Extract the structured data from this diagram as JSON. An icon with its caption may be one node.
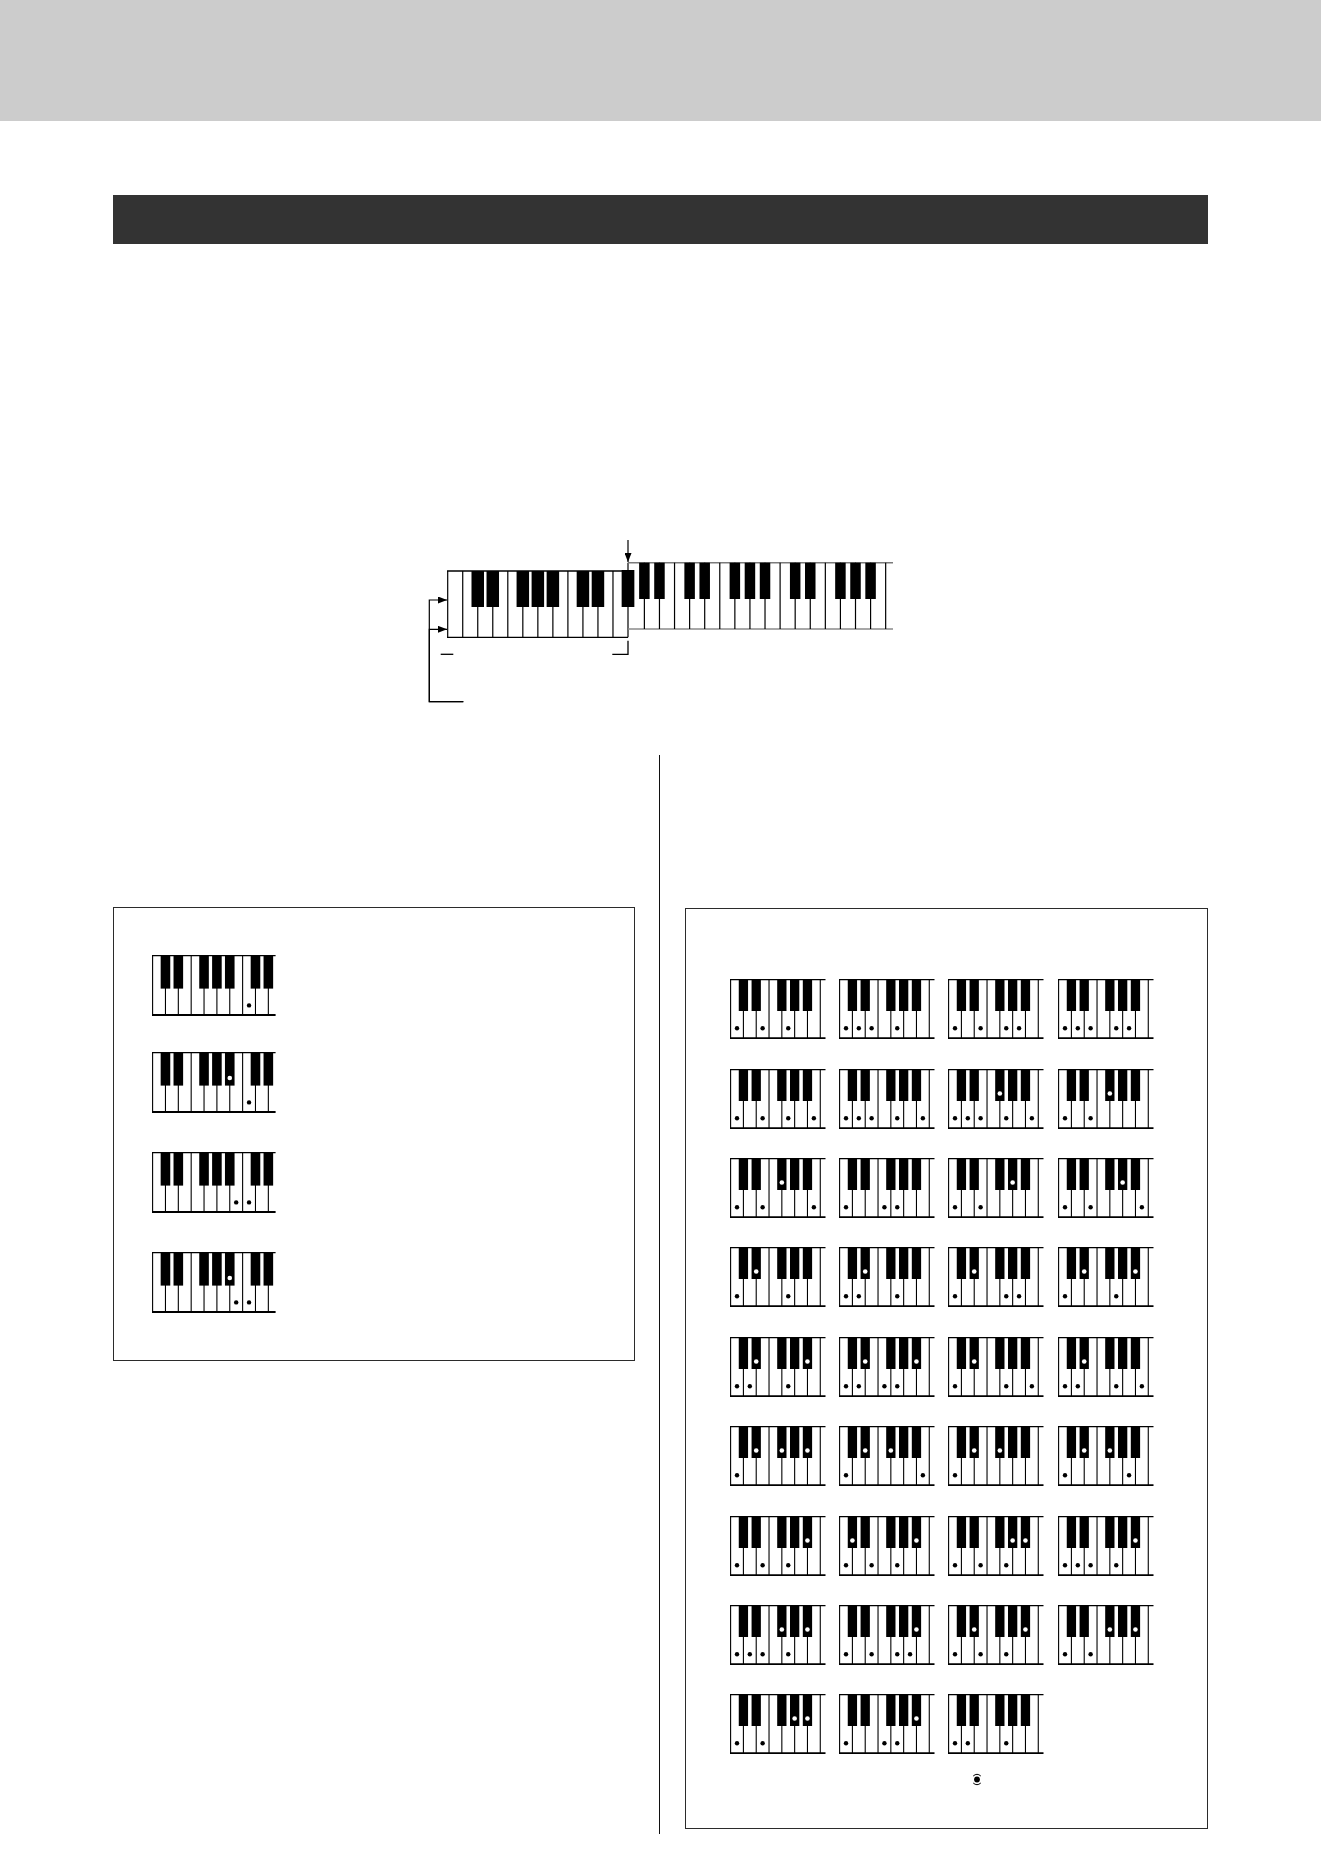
{
  "diagram": {
    "nodes": [
      {
        "text": [],
        "shape": "bar"
      },
      {
        "text": [],
        "shape": "picture"
      },
      {
        "text": [],
        "shape": "box"
      },
      {
        "text": [],
        "shape": "picture",
        "in": 2
      },
      {
        "text": [],
        "shape": "picture",
        "in": 2
      },
      {
        "text": [],
        "shape": "picture",
        "in": 2
      },
      {
        "text": [],
        "shape": "picture",
        "in": 2
      },
      {
        "text": [],
        "shape": "box"
      },
      {
        "text": [],
        "shape": "picture",
        "in": 7
      },
      {
        "text": [],
        "shape": "picture",
        "in": 7
      },
      {
        "text": [],
        "shape": "picture",
        "in": 7
      },
      {
        "text": [],
        "shape": "picture",
        "in": 7
      },
      {
        "text": [],
        "shape": "picture",
        "in": 7
      },
      {
        "text": [],
        "shape": "picture",
        "in": 7
      },
      {
        "text": [],
        "shape": "picture",
        "in": 7
      },
      {
        "text": [],
        "shape": "picture",
        "in": 7
      },
      {
        "text": [],
        "shape": "picture",
        "in": 7
      },
      {
        "text": [],
        "shape": "picture",
        "in": 7
      },
      {
        "text": [],
        "shape": "picture",
        "in": 7
      },
      {
        "text": [],
        "shape": "picture",
        "in": 7
      },
      {
        "text": [],
        "shape": "picture",
        "in": 7
      },
      {
        "text": [],
        "shape": "picture",
        "in": 7
      },
      {
        "text": [],
        "shape": "picture",
        "in": 7
      },
      {
        "text": [],
        "shape": "picture",
        "in": 7
      },
      {
        "text": [],
        "shape": "picture",
        "in": 7
      },
      {
        "text": [],
        "shape": "picture",
        "in": 7
      },
      {
        "text": [],
        "shape": "picture",
        "in": 7
      },
      {
        "text": [],
        "shape": "picture",
        "in": 7
      },
      {
        "text": [],
        "shape": "picture",
        "in": 7
      },
      {
        "text": [],
        "shape": "picture",
        "in": 7
      },
      {
        "text": [],
        "shape": "picture",
        "in": 7
      },
      {
        "text": [],
        "shape": "picture",
        "in": 7
      },
      {
        "text": [],
        "shape": "picture",
        "in": 7
      },
      {
        "text": [],
        "shape": "picture",
        "in": 7
      },
      {
        "text": [],
        "shape": "picture",
        "in": 7
      },
      {
        "text": [],
        "shape": "picture",
        "in": 7
      },
      {
        "text": [],
        "shape": "picture",
        "in": 7
      },
      {
        "text": [],
        "shape": "picture",
        "in": 7
      },
      {
        "text": [],
        "shape": "picture",
        "in": 7
      },
      {
        "text": [],
        "shape": "picture",
        "in": 7
      },
      {
        "text": [],
        "shape": "picture",
        "in": 7
      },
      {
        "text": [],
        "shape": "picture",
        "in": 7
      },
      {
        "text": [],
        "shape": "picture",
        "in": 7
      }
    ],
    "edges": [
      {
        "from": null,
        "to": 1,
        "arrow": "to"
      },
      {
        "from": null,
        "to": 1,
        "arrow": "to"
      },
      {
        "from": null,
        "to": 1,
        "arrow": "to"
      }
    ]
  }
}
